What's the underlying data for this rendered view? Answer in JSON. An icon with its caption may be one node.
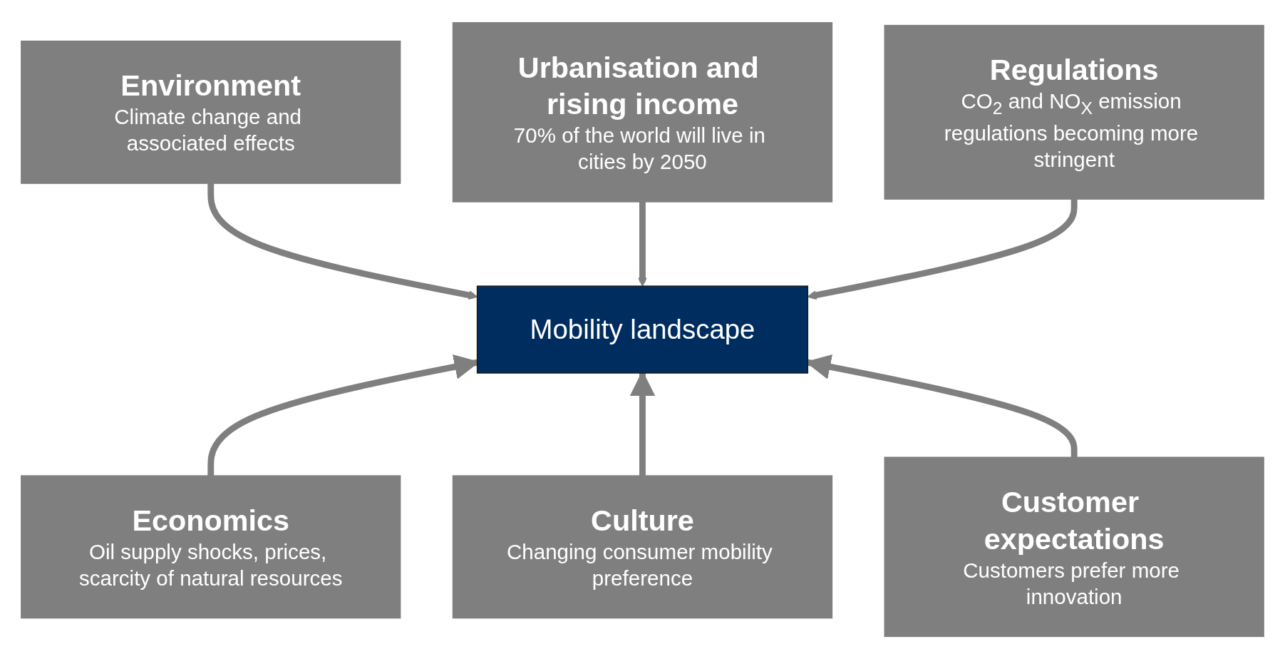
{
  "diagram": {
    "nodes": [
      {
        "text": [
          "Environment",
          "Climate change and associated effects"
        ]
      },
      {
        "text": [
          "Urbanisation and rising income",
          "70% of the world will live in cities by 2050"
        ]
      },
      {
        "text": [
          "Regulations",
          "CO$_{2}$ and NO$_{X}$ emission regulations becoming more stringent"
        ]
      },
      {
        "text": [
          "Mobility landscape"
        ]
      },
      {
        "text": [
          "Economics",
          "Oil supply shocks, prices, scarcity of natural resources"
        ]
      },
      {
        "text": [
          "Culture",
          "Changing consumer mobility preference"
        ]
      },
      {
        "text": [
          "Customer expectations",
          "Customers prefer more innovation"
        ]
      }
    ],
    "edges": [
      {
        "from": 0,
        "to": 3,
        "arrow": "to"
      },
      {
        "from": 1,
        "to": 3,
        "arrow": "to"
      },
      {
        "from": 2,
        "to": 3,
        "arrow": "to"
      },
      {
        "from": 4,
        "to": 3,
        "arrow": "to"
      },
      {
        "from": 5,
        "to": 3,
        "arrow": "to"
      },
      {
        "from": 6,
        "to": 3,
        "arrow": "to"
      }
    ]
  }
}
